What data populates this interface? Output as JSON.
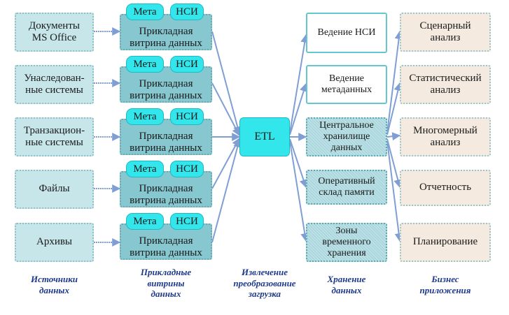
{
  "sources": [
    "Документы\nMS Office",
    "Унаследован-\nные системы",
    "Транзакцион-\nные системы",
    "Файлы",
    "Архивы"
  ],
  "mart": {
    "meta": "Мета",
    "nsi": "НСИ",
    "label": "Прикладная\nвитрина данных"
  },
  "etl": "ETL",
  "storage": [
    "Ведение НСИ",
    "Ведение\nметаданных",
    "Центральное\nхранилище\nданных",
    "Оперативный\nсклад памяти",
    "Зоны\nвременного\nхранения"
  ],
  "business": [
    "Сценарный\nанализ",
    "Статистический\nанализ",
    "Многомерный\nанализ",
    "Отчетность",
    "Планирование"
  ],
  "captions": {
    "sources": "Источники\nданных",
    "marts": "Прикладные\nвитрины\nданных",
    "etl": "Извлечение\nпреобразование\nзагрузка",
    "storage": "Хранение\nданных",
    "business": "Бизнес\nприложения"
  },
  "colors": {
    "source_fill": "#c7e6ea",
    "mart_fill": "#86c7d0",
    "chip_fill": "#33e6ec",
    "business_fill": "#f4eadf",
    "arrow": "#7f9fd4",
    "caption": "#1f3a8a"
  }
}
